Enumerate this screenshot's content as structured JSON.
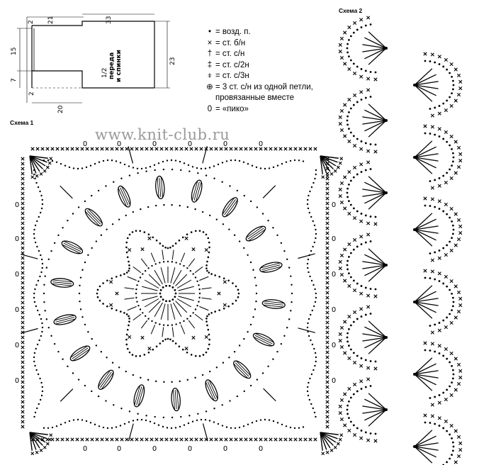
{
  "pattern_schematic": {
    "dims": {
      "top_offset": "2",
      "upper_width": "21",
      "shoulder_width": "33",
      "armhole_height": "15",
      "lower_height": "7",
      "bottom_offset": "2",
      "half_width": "20",
      "side_height": "23",
      "center_label_line1": "1/2",
      "center_label_line2": "переда",
      "center_label_line3": "и спинки"
    }
  },
  "legend": {
    "items": [
      {
        "symbol": "•",
        "label": "= возд. п."
      },
      {
        "symbol": "×",
        "label": "= ст. б/н"
      },
      {
        "symbol": "†",
        "label": "= ст. с/н"
      },
      {
        "symbol": "‡",
        "label": "= ст. с/2н"
      },
      {
        "symbol": "⧧",
        "label": "= ст. с/3н"
      },
      {
        "symbol": "⊕",
        "label": "= 3 ст. с/н из одной петли,"
      },
      {
        "symbol": "",
        "label": "провязанные вместе"
      },
      {
        "symbol": "0",
        "label": "= «пико»"
      }
    ]
  },
  "watermark": "www.knit-club.ru",
  "scheme1": {
    "title": "Схема 1",
    "picot_symbol": "0"
  },
  "scheme2": {
    "title": "Схема 2"
  }
}
